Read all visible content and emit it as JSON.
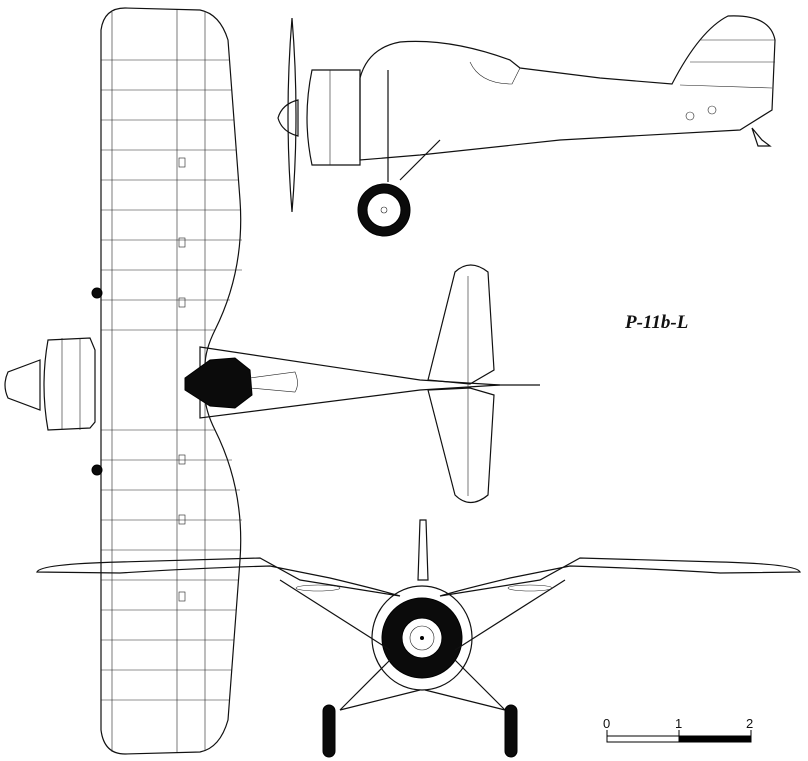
{
  "diagram": {
    "title": "P-11b-L",
    "views": [
      "side-view",
      "top-view",
      "front-view"
    ],
    "scale_bar": {
      "labels": [
        "0",
        "1",
        "2"
      ],
      "segments": [
        {
          "from": "0",
          "to": "1",
          "fill": "white"
        },
        {
          "from": "1",
          "to": "2",
          "fill": "black"
        }
      ]
    }
  }
}
